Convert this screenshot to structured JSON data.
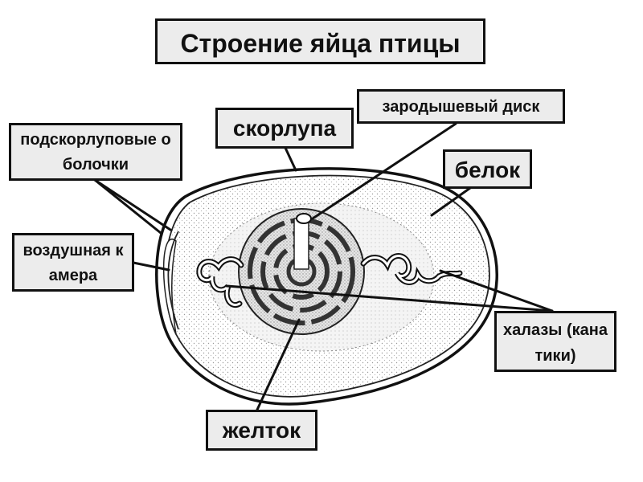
{
  "title": "Строение яйца птицы",
  "labels": {
    "shell": "скорлупа",
    "shell_membranes": "подскорлуповые оболочки",
    "germinal_disc": "зародышевый диск",
    "white": "белок",
    "air_cell": "воздушная камера",
    "chalazae": "халазы (канатики)",
    "yolk": "желток"
  }
}
